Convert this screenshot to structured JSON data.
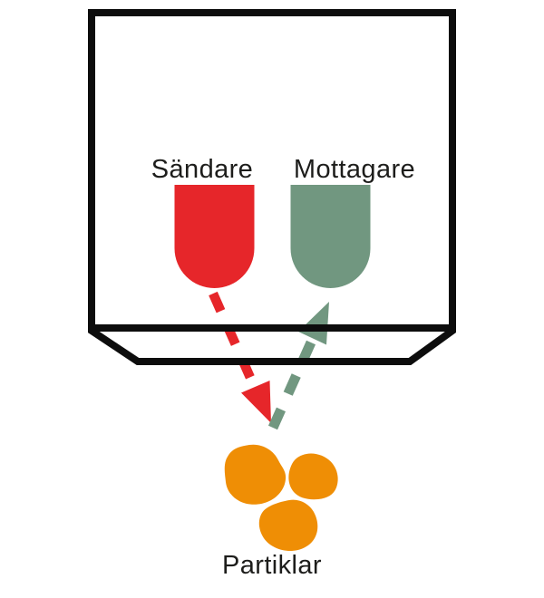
{
  "diagram": {
    "labels": {
      "transmitter": "Sändare",
      "receiver": "Mottagare",
      "particles": "Partiklar"
    },
    "colors": {
      "transmitter": "#e6262a",
      "receiver": "#719780",
      "particles": "#ef8e05",
      "outline": "#0d0d0d",
      "text": "#1d1d1b",
      "background": "#ffffff"
    }
  }
}
